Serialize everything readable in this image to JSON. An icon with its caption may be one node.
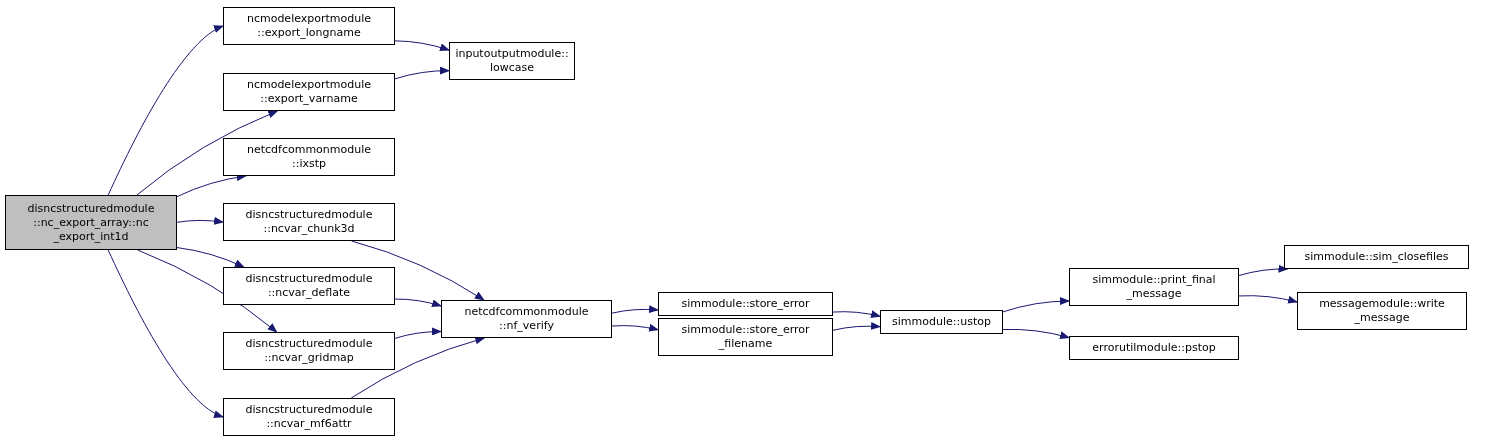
{
  "diagram": {
    "nodes": [
      {
        "text": [
          "disncstructuredmodule ::nc_export_array::nc _export_int1d"
        ]
      },
      {
        "text": [
          "ncmodelexportmodule ::export_longname"
        ]
      },
      {
        "text": [
          "inputoutputmodule:: lowcase"
        ]
      },
      {
        "text": [
          "ncmodelexportmodule ::export_varname"
        ]
      },
      {
        "text": [
          "netcdfcommonmodule ::ixstp"
        ]
      },
      {
        "text": [
          "disncstructuredmodule ::ncvar_chunk3d"
        ]
      },
      {
        "text": [
          "disncstructuredmodule ::ncvar_deflate"
        ]
      },
      {
        "text": [
          "disncstructuredmodule ::ncvar_gridmap"
        ]
      },
      {
        "text": [
          "disncstructuredmodule ::ncvar_mf6attr"
        ]
      },
      {
        "text": [
          "netcdfcommonmodule ::nf_verify"
        ]
      },
      {
        "text": [
          "simmodule::store_error"
        ]
      },
      {
        "text": [
          "simmodule::store_error _filename"
        ]
      },
      {
        "text": [
          "simmodule::ustop"
        ]
      },
      {
        "text": [
          "simmodule::print_final _message"
        ]
      },
      {
        "text": [
          "errorutilmodule::pstop"
        ]
      },
      {
        "text": [
          "simmodule::sim_closefiles"
        ]
      },
      {
        "text": [
          "messagemodule::write _message"
        ]
      }
    ],
    "edges": [
      {
        "from": 0,
        "to": 1,
        "arrow": "to"
      },
      {
        "from": 0,
        "to": 3,
        "arrow": "to"
      },
      {
        "from": 0,
        "to": 4,
        "arrow": "to"
      },
      {
        "from": 0,
        "to": 5,
        "arrow": "to"
      },
      {
        "from": 0,
        "to": 6,
        "arrow": "to"
      },
      {
        "from": 0,
        "to": 7,
        "arrow": "to"
      },
      {
        "from": 0,
        "to": 8,
        "arrow": "to"
      },
      {
        "from": 1,
        "to": 2,
        "arrow": "to"
      },
      {
        "from": 3,
        "to": 2,
        "arrow": "to"
      },
      {
        "from": 5,
        "to": 9,
        "arrow": "to"
      },
      {
        "from": 6,
        "to": 9,
        "arrow": "to"
      },
      {
        "from": 7,
        "to": 9,
        "arrow": "to"
      },
      {
        "from": 8,
        "to": 9,
        "arrow": "to"
      },
      {
        "from": 9,
        "to": 10,
        "arrow": "to"
      },
      {
        "from": 9,
        "to": 11,
        "arrow": "to"
      },
      {
        "from": 10,
        "to": 12,
        "arrow": "to"
      },
      {
        "from": 11,
        "to": 12,
        "arrow": "to"
      },
      {
        "from": 12,
        "to": 13,
        "arrow": "to"
      },
      {
        "from": 12,
        "to": 14,
        "arrow": "to"
      },
      {
        "from": 13,
        "to": 15,
        "arrow": "to"
      },
      {
        "from": 13,
        "to": 16,
        "arrow": "to"
      }
    ]
  }
}
